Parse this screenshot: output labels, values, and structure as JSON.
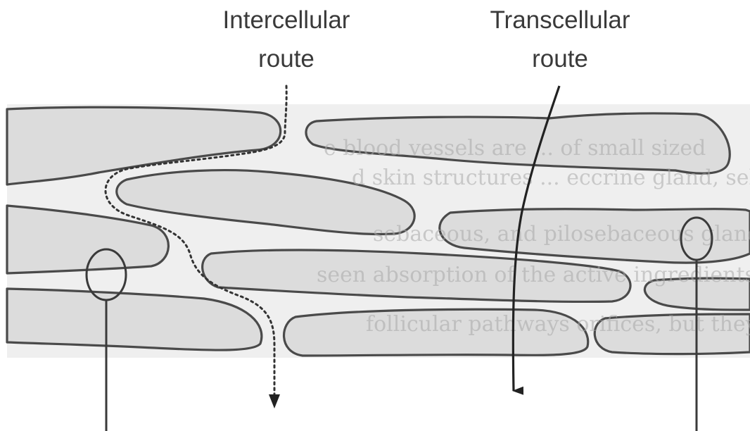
{
  "diagram": {
    "labels": {
      "intercellular_line1": "Intercellular",
      "intercellular_line2": "route",
      "transcellular_line1": "Transcellular",
      "transcellular_line2": "route"
    },
    "colors": {
      "cell_fill": "#dcdcdc",
      "cell_stroke": "#4a4a4a",
      "background": "#ffffff",
      "text": "#3a3a3a"
    }
  }
}
